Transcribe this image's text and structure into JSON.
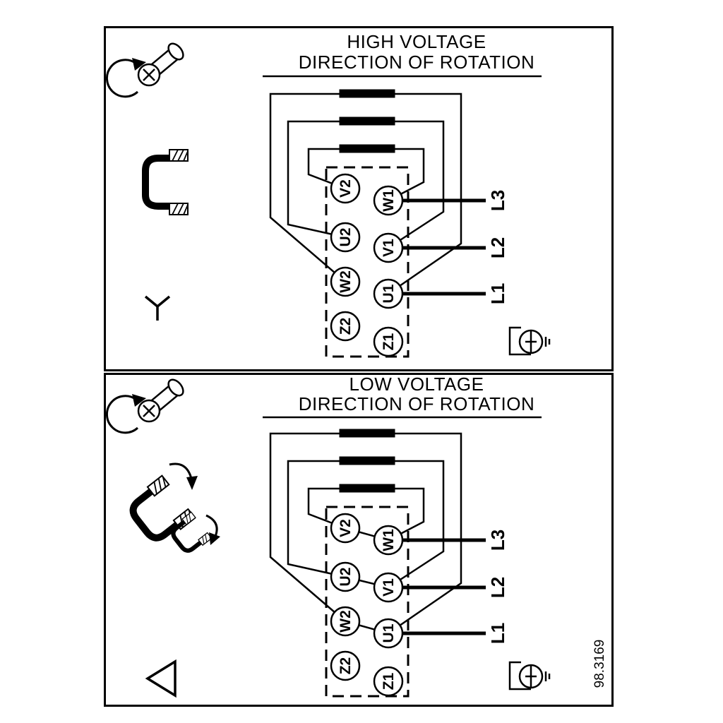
{
  "figure_number": "98.3169",
  "sections": {
    "high": {
      "title": "HIGH VOLTAGE",
      "subtitle": "DIRECTION OF ROTATION",
      "terminals": {
        "left": [
          "V2",
          "U2",
          "W2",
          "Z2"
        ],
        "right": [
          "W1",
          "V1",
          "U1",
          "Z1"
        ]
      },
      "lines": [
        "L3",
        "L2",
        "L1"
      ]
    },
    "low": {
      "title": "LOW VOLTAGE",
      "subtitle": "DIRECTION OF ROTATION",
      "terminals": {
        "left": [
          "V2",
          "U2",
          "W2",
          "Z2"
        ],
        "right": [
          "W1",
          "V1",
          "U1",
          "Z1"
        ]
      },
      "lines": [
        "L3",
        "L2",
        "L1"
      ]
    }
  },
  "icons": {
    "screw": "phillips-screw-with-rotation-arrow",
    "jumper_link": "terminal-jumper-link-bracket",
    "star": "star-connection-symbol",
    "delta": "delta-connection-symbol",
    "ground": "grounding-clamp"
  },
  "colors": {
    "ink": "#000000",
    "background": "#ffffff"
  }
}
